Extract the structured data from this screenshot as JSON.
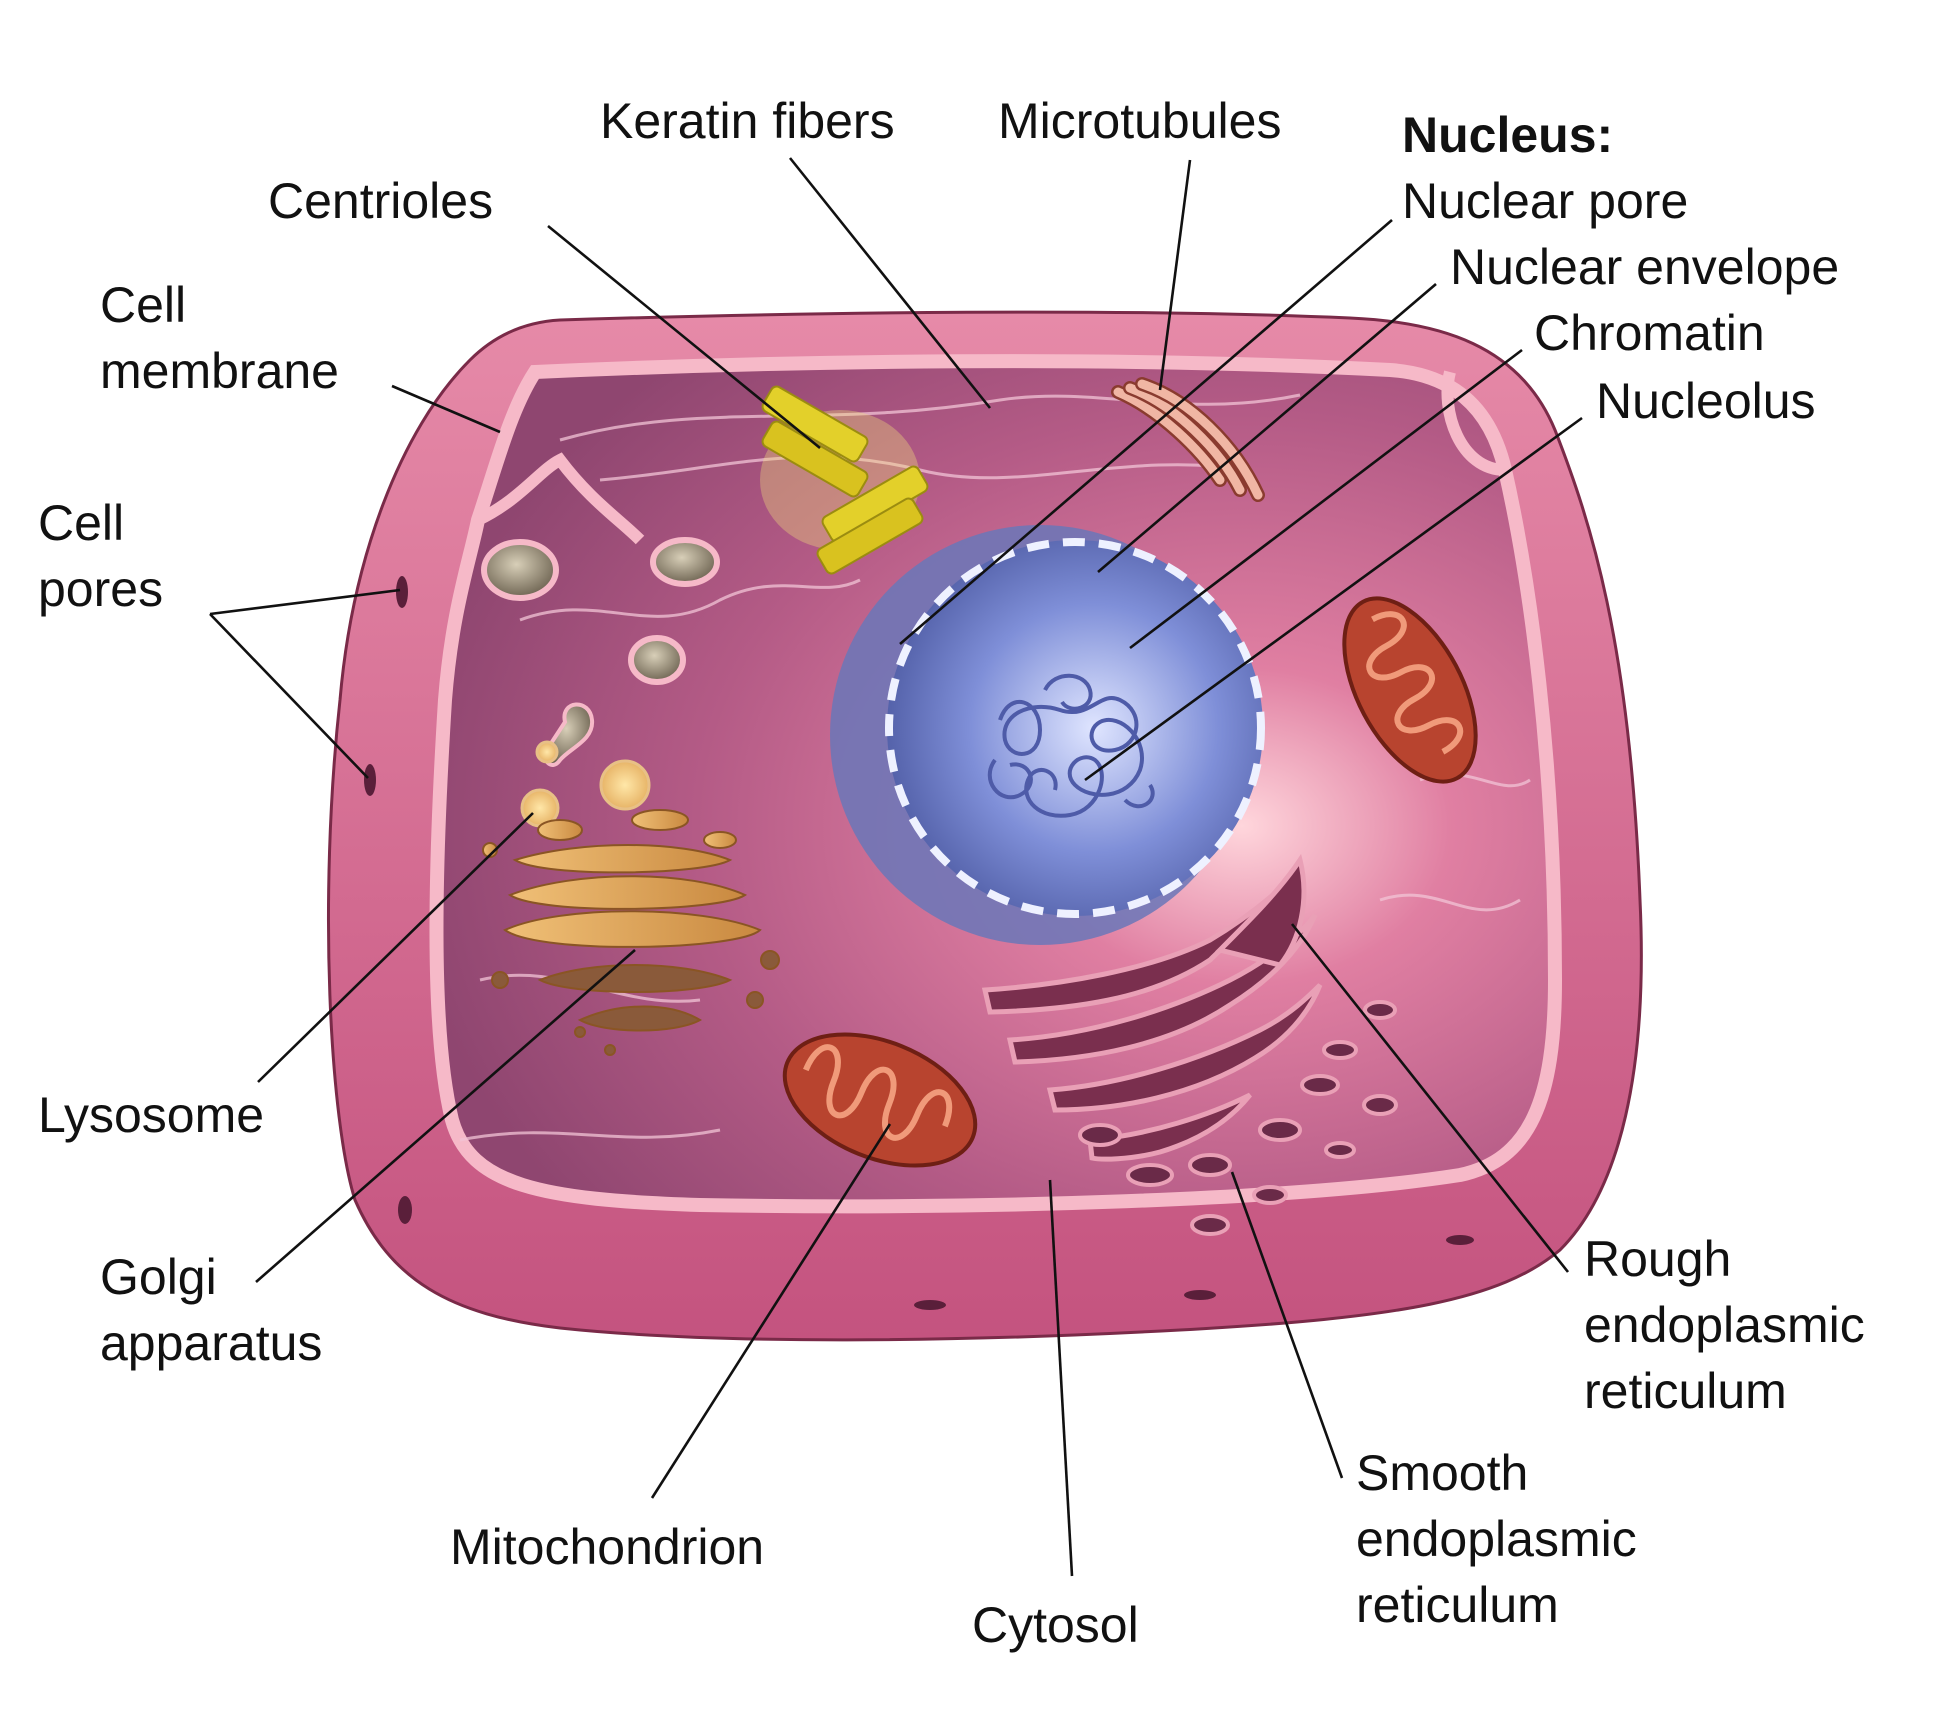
{
  "labels": {
    "keratin_fibers": "Keratin fibers",
    "microtubules": "Microtubules",
    "nucleus_heading": "Nucleus:",
    "nuclear_pore": "Nuclear pore",
    "nuclear_envelope": "Nuclear envelope",
    "chromatin": "Chromatin",
    "nucleolus": "Nucleolus",
    "centrioles": "Centrioles",
    "cell_membrane": [
      "Cell",
      "membrane"
    ],
    "cell_pores": [
      "Cell",
      "pores"
    ],
    "lysosome": "Lysosome",
    "golgi_apparatus": [
      "Golgi",
      "apparatus"
    ],
    "mitochondrion": "Mitochondrion",
    "cytosol": "Cytosol",
    "smooth_er": [
      "Smooth",
      "endoplasmic",
      "reticulum"
    ],
    "rough_er": [
      "Rough",
      "endoplasmic",
      "reticulum"
    ]
  },
  "colors": {
    "cell_outer": "#c85a86",
    "cell_inner": "#a8557d",
    "membrane": "#f2a9bd",
    "nucleus": "#5f6db0",
    "mitochondrion": "#b8442f",
    "golgi": "#d9a05c",
    "centriole": "#e3d02a",
    "er": "#9a3c5a"
  }
}
